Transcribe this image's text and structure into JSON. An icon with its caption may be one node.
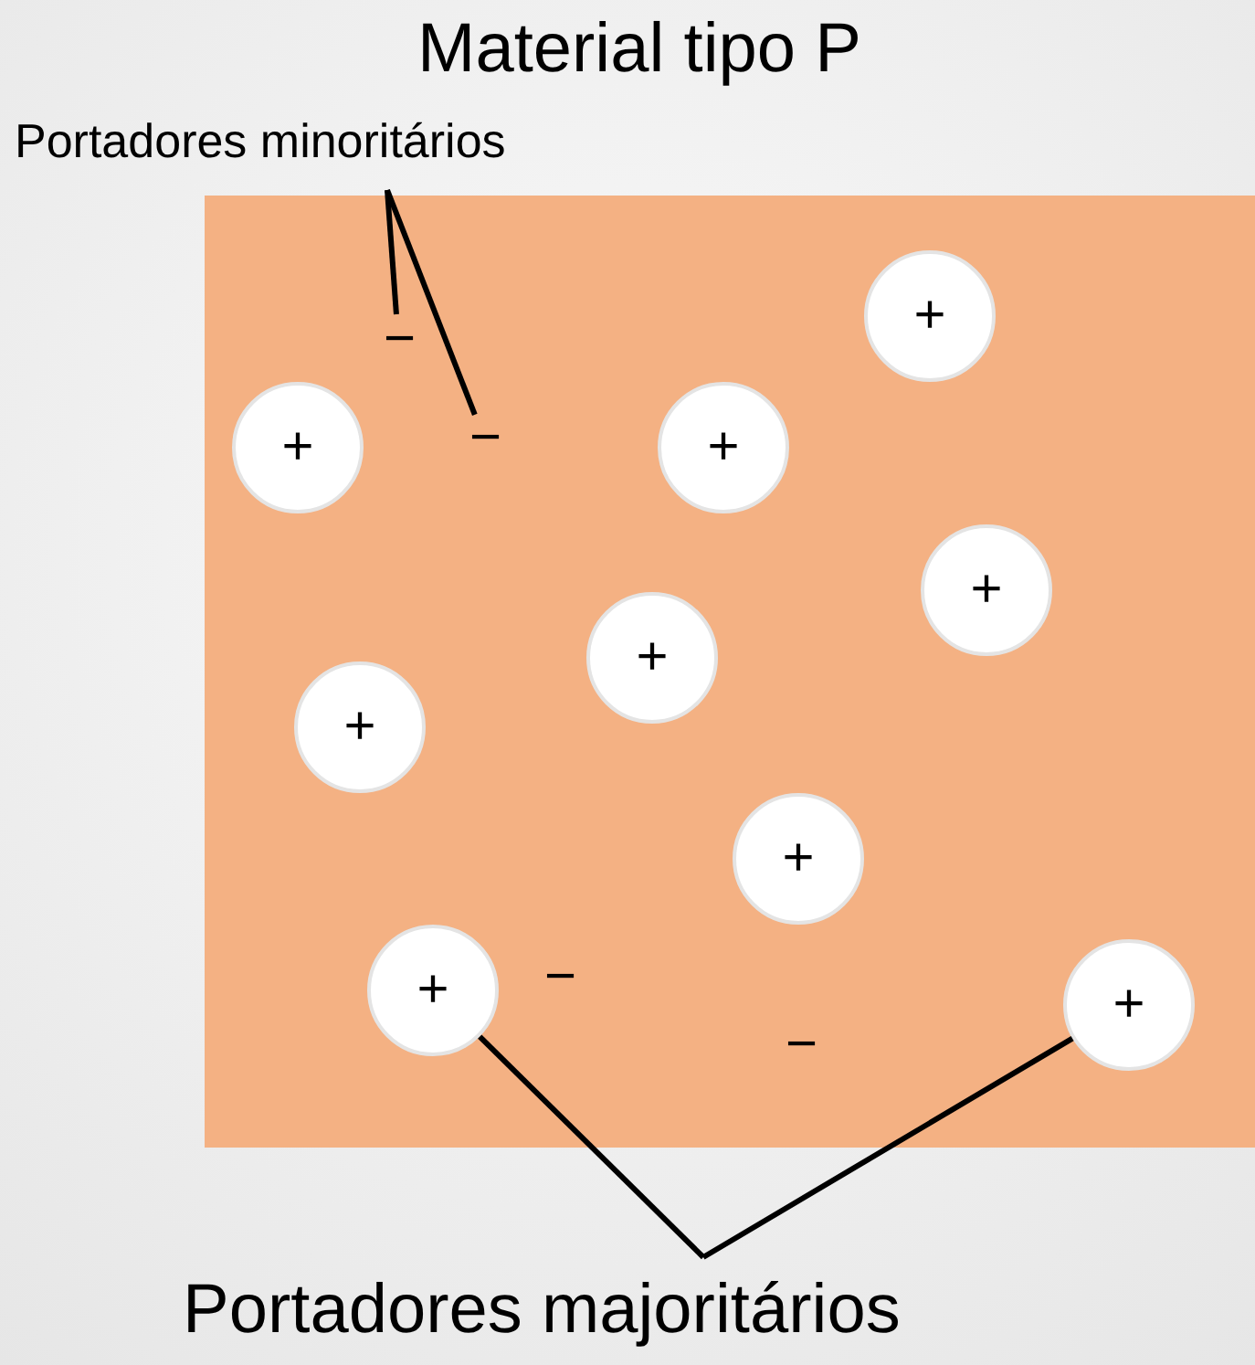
{
  "diagram": {
    "title": "Material tipo P",
    "nodes": [
      {
        "text": [
          "Portadores minoritários"
        ]
      },
      {
        "text": [],
        "shape": "box"
      },
      {
        "text": [
          "−"
        ],
        "in": 1
      },
      {
        "text": [
          "−"
        ],
        "in": 1
      },
      {
        "text": [
          "+"
        ],
        "in": 1
      },
      {
        "text": [
          "+"
        ],
        "in": 1
      },
      {
        "text": [
          "+"
        ],
        "in": 1
      },
      {
        "text": [
          "+"
        ],
        "in": 1
      },
      {
        "text": [
          "+"
        ],
        "in": 1
      },
      {
        "text": [
          "+"
        ],
        "in": 1
      },
      {
        "text": [
          "+"
        ],
        "in": 1
      },
      {
        "text": [
          "+"
        ],
        "in": 1
      },
      {
        "text": [
          "+"
        ],
        "in": 1
      },
      {
        "text": [
          "Portadores majoritários"
        ]
      }
    ],
    "edges": [
      {
        "from": 0,
        "to": 2,
        "arrow": "none"
      },
      {
        "from": 0,
        "to": 3,
        "arrow": "none"
      },
      {
        "from": 13,
        "to": 11,
        "arrow": "none"
      },
      {
        "from": 13,
        "to": 12,
        "arrow": "none"
      }
    ],
    "labels": [
      "−",
      "−"
    ]
  }
}
